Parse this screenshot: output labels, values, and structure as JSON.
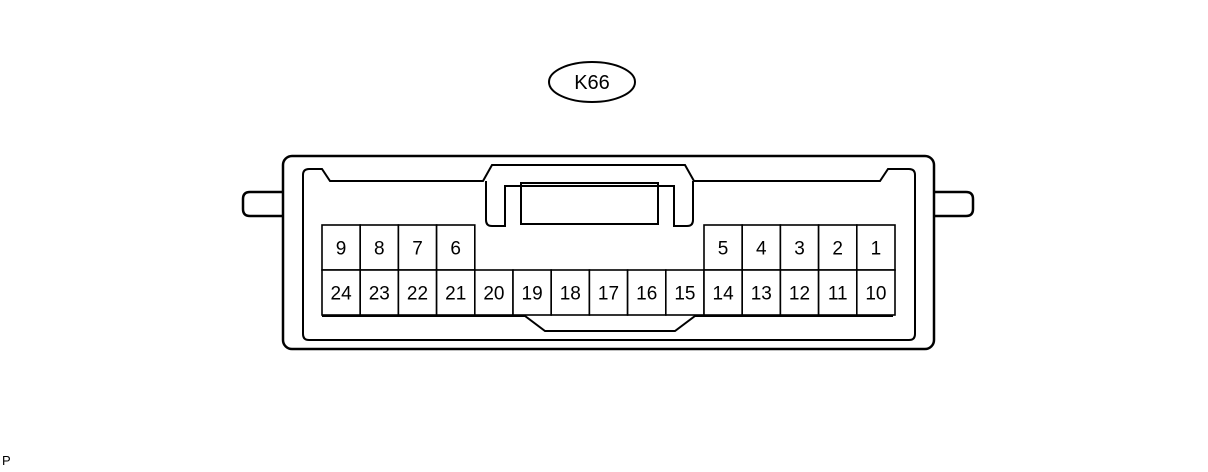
{
  "connector": {
    "id": "K66",
    "top_row_left": [
      "9",
      "8",
      "7",
      "6"
    ],
    "top_row_right": [
      "5",
      "4",
      "3",
      "2",
      "1"
    ],
    "bottom_row": [
      "24",
      "23",
      "22",
      "21",
      "20",
      "19",
      "18",
      "17",
      "16",
      "15",
      "14",
      "13",
      "12",
      "11",
      "10"
    ]
  },
  "corner_code": "P",
  "colors": {
    "stroke": "#000000",
    "background": "#ffffff"
  }
}
